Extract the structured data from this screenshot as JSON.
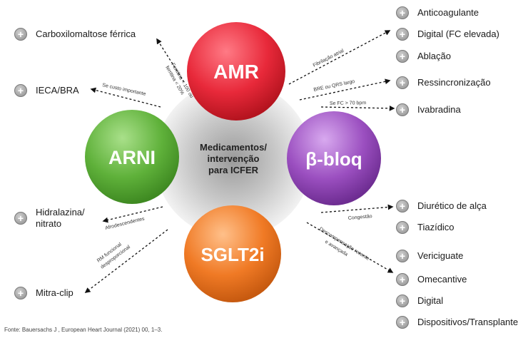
{
  "center": {
    "lines": [
      "Medicamentos/",
      "intervenção",
      "para ICFER"
    ]
  },
  "circles": {
    "amr": {
      "label": "AMR",
      "color": "#e8293a"
    },
    "arni": {
      "label": "ARNI",
      "color": "#5fb13a"
    },
    "bbloq": {
      "label": "β-bloq",
      "color": "#9b4fc0"
    },
    "sglt2i": {
      "label": "SGLT2i",
      "color": "#f07a25"
    }
  },
  "left_items": {
    "carboxi": "Carboxilomaltose férrica",
    "ieca": "IECA/BRA",
    "hidralazina": [
      "Hidralazina/",
      "nitrato"
    ],
    "mitraclip": "Mitra-clip"
  },
  "right_items": {
    "anticoagulante": "Anticoagulante",
    "digital_fc": "Digital (FC elevada)",
    "ablacao": "Ablação",
    "ressincronizacao": "Ressincronização",
    "ivabradina": "Ivabradina",
    "diuretico": "Diurético de alça",
    "tiazidico": "Tiazídico",
    "vericiguate": "Vericiguate",
    "omecantive": "Omecantive",
    "digital": "Digital",
    "dispositivos": "Dispositivos/Transplante"
  },
  "annotations": {
    "ferritina_1": "Ferritina < 100 ou",
    "ferritina_2": "ferritina < 20%",
    "se_custo": "Se custo importante",
    "afrodescendentes": "Afrodescendentes",
    "rm_1": "RM funcional",
    "rm_2": "desproporcional",
    "fibrilacao": "Fibrilação atrial",
    "bre": "BRE ou QRS largo",
    "se_fc": "Se FC > 70 bpm",
    "congestao": "Congestão",
    "descomp_1": "Descompensação recente",
    "descomp_2": "e avançada"
  },
  "source": "Fonte: Bauersachs J , European Heart Journal (2021) 00, 1–3."
}
